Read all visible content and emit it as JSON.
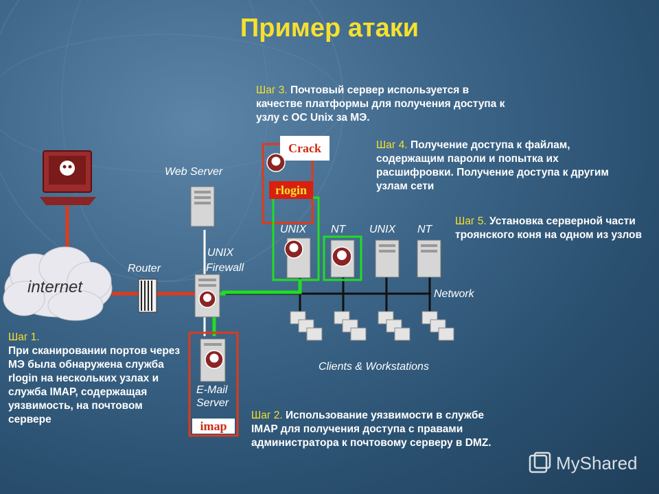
{
  "title": "Пример атаки",
  "labels": {
    "internet": "internet",
    "router": "Router",
    "web_server": "Web Server",
    "firewall_line1": "UNIX",
    "firewall_line2": "Firewall",
    "email_line1": "E-Mail",
    "email_line2": "Server",
    "unix1": "UNIX",
    "nt1": "NT",
    "unix2": "UNIX",
    "nt2": "NT",
    "network": "Network",
    "clients": "Clients & Workstations"
  },
  "tags": {
    "crack": "Crack",
    "rlogin": "rlogin",
    "imap": "imap"
  },
  "steps": {
    "s1_head": "Шаг 1.",
    "s1_body": "При сканировании портов через МЭ была обнаружена служба rlogin на нескольких узлах и служба IMAP, содержащая уязвимость, на почтовом сервере",
    "s2_head": "Шаг 2.",
    "s2_body": "Использование уязвимости в службе IMAP для получения доступа с правами администратора к почтовому серверу в DMZ.",
    "s3_head": "Шаг 3.",
    "s3_body": "Почтовый сервер используется в качестве платформы для получения доступа к узлу с ОС Unix за МЭ.",
    "s4_head": "Шаг 4.",
    "s4_body": "Получение доступа к файлам, содержащим пароли и попытка их расшифровки. Получение доступа к другим узлам сети",
    "s5_head": "Шаг 5.",
    "s5_body": "Установка серверной части троянского коня на одном из узлов"
  },
  "logo": "MyShared",
  "colors": {
    "title": "#f6e030",
    "background": "#3d6689",
    "attack_path": "#e03a1a",
    "compromised_path": "#22dd22",
    "highlight_box": "#e03a1a"
  }
}
